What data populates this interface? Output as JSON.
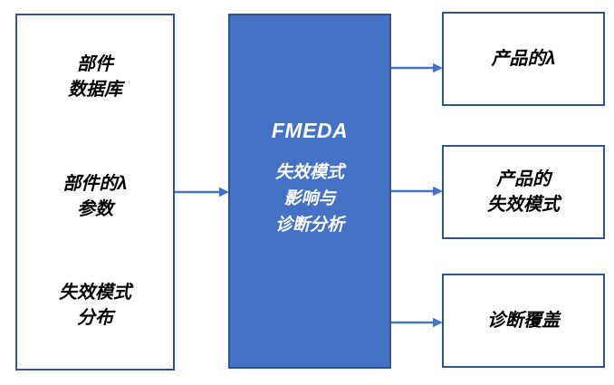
{
  "diagram": {
    "inputs": {
      "items": [
        {
          "label": "部件\n数据库"
        },
        {
          "label": "部件的λ\n参数"
        },
        {
          "label": "失效模式\n分布"
        }
      ]
    },
    "process": {
      "title": "FMEDA",
      "subtitle": "失效模式\n影响与\n诊断分析"
    },
    "outputs": [
      {
        "label": "产品的λ"
      },
      {
        "label": "产品的\n失效模式"
      },
      {
        "label": "诊断覆盖"
      }
    ],
    "colors": {
      "process_fill": "#4472C4",
      "box_border": "#2E5496",
      "arrow": "#4472C4",
      "process_text": "#FFFFFF",
      "text": "#000000",
      "canvas_bg": "#FFFFFF"
    }
  }
}
